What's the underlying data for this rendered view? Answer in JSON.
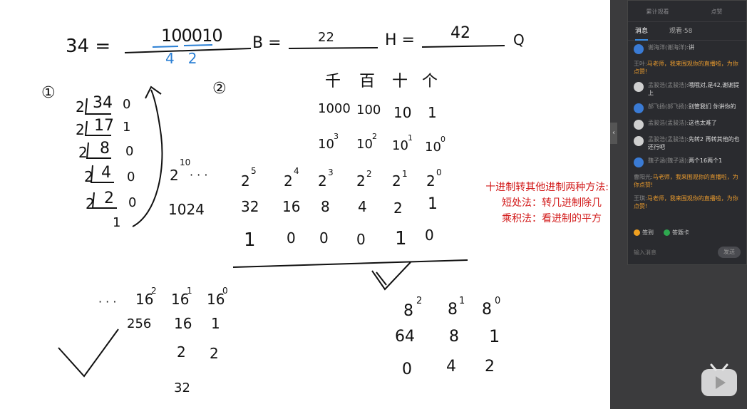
{
  "board": {
    "line1": {
      "lhs": "34 =",
      "bin_value": "100010",
      "bin_under": "4   2",
      "b_label": "B =",
      "b_sub": "22",
      "h_label": "H =",
      "h_value": "42",
      "q_label": "Q"
    },
    "m1": {
      "label": "①",
      "rows": [
        {
          "d": "2",
          "n": "34",
          "r": "0"
        },
        {
          "d": "2",
          "n": "17",
          "r": "1"
        },
        {
          "d": "2",
          "n": "8",
          "r": "0"
        },
        {
          "d": "2",
          "n": "4",
          "r": "0"
        },
        {
          "d": "2",
          "n": "2",
          "r": "0"
        }
      ],
      "last": "1"
    },
    "pow10": "2",
    "pow10_exp": "10",
    "pow10_dots": "· · ·",
    "v1024": "1024",
    "m2": {
      "label": "②",
      "places": [
        "千",
        "百",
        "十",
        "个"
      ],
      "place_vals": [
        "1000",
        "100",
        "10",
        "1"
      ],
      "pow_base": "10",
      "pow_exps": [
        "3",
        "2",
        "1",
        "0"
      ],
      "bin_base": "2",
      "bin_exps": [
        "5",
        "4",
        "3",
        "2",
        "1",
        "0"
      ],
      "bin_vals": [
        "32",
        "16",
        "8",
        "4",
        "2",
        "1"
      ],
      "bits": [
        "1",
        "0",
        "0",
        "0",
        "1",
        "0"
      ]
    },
    "hex": {
      "dots": "· · ·",
      "base": "16",
      "exps": [
        "2",
        "1",
        "0"
      ],
      "vals": [
        "256",
        "16",
        "1"
      ],
      "digits": [
        "2",
        "2"
      ],
      "sum": "32"
    },
    "oct": {
      "base": "8",
      "exps": [
        "2",
        "1",
        "0"
      ],
      "vals": [
        "64",
        "8",
        "1"
      ],
      "digits": [
        "0",
        "4",
        "2"
      ]
    },
    "note": {
      "l1": "十进制转其他进制两种方法:",
      "l2": "短处法：转几进制除几",
      "l3": "乘积法：看进制的平方"
    }
  },
  "panel": {
    "stat1": "累计观看",
    "stat2": "点赞",
    "tab_messages": "消息",
    "tab_viewers": "观看·58",
    "messages": [
      {
        "name": "谢海洋(谢海洋):",
        "text": "讲",
        "type": "user",
        "color": "#3a7bd5"
      },
      {
        "name": "王叶:",
        "text": "马老师，我来围观你的直播啦，为你点赞!",
        "type": "sys",
        "color": ""
      },
      {
        "name": "孟骏浩(孟骏浩):",
        "text": "哦哦对,是42,谢谢提上",
        "type": "user",
        "color": "#cfcfcf"
      },
      {
        "name": "郝飞扬(郝飞扬):",
        "text": "别管我们 你讲你的",
        "type": "user",
        "color": "#3a7bd5"
      },
      {
        "name": "孟骏浩(孟骏浩):",
        "text": "这也太难了",
        "type": "user",
        "color": "#cfcfcf"
      },
      {
        "name": "孟骏浩(孟骏浩):",
        "text": "先转2 再转其他的也还行吧",
        "type": "user",
        "color": "#cfcfcf"
      },
      {
        "name": "魏子涵(魏子涵):",
        "text": "两个16两个1",
        "type": "user",
        "color": "#3a7bd5"
      },
      {
        "name": "曹阳光:",
        "text": "马老师，我来围观你的直播啦，为你点赞!",
        "type": "sys",
        "color": ""
      },
      {
        "name": "王琪:",
        "text": "马老师，我来围观你的直播啦，为你点赞!",
        "type": "sys",
        "color": ""
      }
    ],
    "signin": "签到",
    "answer_card": "答题卡",
    "input_placeholder": "输入消息",
    "send": "发送"
  },
  "colors": {
    "board_bg": "#ffffff",
    "ink": "#111111",
    "blue_ink": "#2a7fd4",
    "note_red": "#d21a1a",
    "panel_bg": "#2a2b2f",
    "tab_accent": "#3a8ee6",
    "sys_msg": "#e89a2e"
  },
  "icons": {
    "collapse": "chevron-left-icon",
    "bilibili": "bilibili-logo-icon"
  }
}
